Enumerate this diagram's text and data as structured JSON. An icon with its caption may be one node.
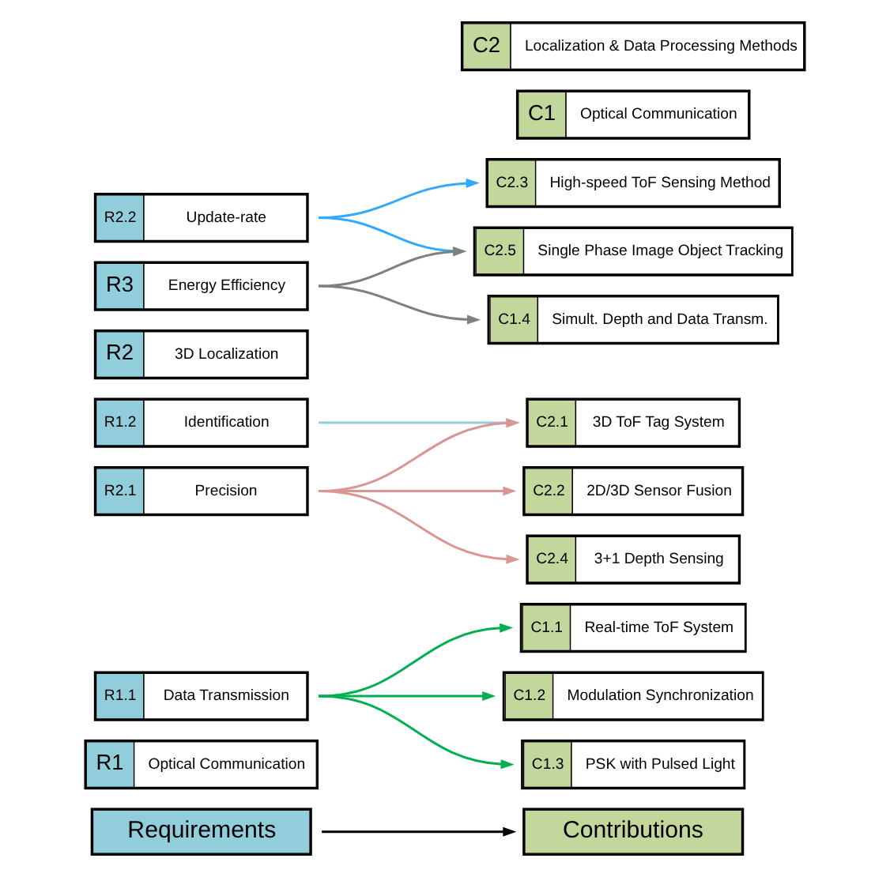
{
  "diagram": {
    "nodes": [
      {
        "text": [
          "Requirements"
        ]
      },
      {
        "text": [
          "Contributions"
        ]
      },
      {
        "text": [
          "R1",
          "Optical Communication"
        ]
      },
      {
        "text": [
          "R1.1",
          "Data Transmission"
        ]
      },
      {
        "text": [
          "R1.2",
          "Identification"
        ]
      },
      {
        "text": [
          "R2",
          "3D Localization"
        ]
      },
      {
        "text": [
          "R2.1",
          "Precision"
        ]
      },
      {
        "text": [
          "R2.2",
          "Update-rate"
        ]
      },
      {
        "text": [
          "R3",
          "Energy Efficiency"
        ]
      },
      {
        "text": [
          "C1",
          "Optical Communication"
        ]
      },
      {
        "text": [
          "C1.1",
          "Real-time ToF System"
        ]
      },
      {
        "text": [
          "C1.2",
          "Modulation Synchronization"
        ]
      },
      {
        "text": [
          "C1.3",
          "PSK with Pulsed Light"
        ]
      },
      {
        "text": [
          "C1.4",
          "Simult. Depth and Data Transm."
        ]
      },
      {
        "text": [
          "C2",
          "Localization & Data Processing Methods"
        ]
      },
      {
        "text": [
          "C2.1",
          "3D ToF Tag System"
        ]
      },
      {
        "text": [
          "C2.2",
          "2D/3D Sensor Fusion"
        ]
      },
      {
        "text": [
          "C2.3",
          "High-speed ToF Sensing Method"
        ]
      },
      {
        "text": [
          "C2.4",
          "3+1 Depth Sensing"
        ]
      },
      {
        "text": [
          "C2.5",
          "Single Phase Image Object Tracking"
        ]
      }
    ],
    "edges": [
      {
        "from": 0,
        "to": 1,
        "arrow": "to",
        "color": "#000000"
      },
      {
        "from": 3,
        "to": 10,
        "arrow": "to",
        "color": "#00b050"
      },
      {
        "from": 3,
        "to": 11,
        "arrow": "to",
        "color": "#00b050"
      },
      {
        "from": 3,
        "to": 12,
        "arrow": "to",
        "color": "#00b050"
      },
      {
        "from": 4,
        "to": 15,
        "arrow": "to",
        "color": "#92cddc"
      },
      {
        "from": 6,
        "to": 15,
        "arrow": "to",
        "color": "#d99694"
      },
      {
        "from": 6,
        "to": 16,
        "arrow": "to",
        "color": "#d99694"
      },
      {
        "from": 6,
        "to": 18,
        "arrow": "to",
        "color": "#d99694"
      },
      {
        "from": 7,
        "to": 17,
        "arrow": "to",
        "color": "#33a9ff"
      },
      {
        "from": 7,
        "to": 19,
        "arrow": "to",
        "color": "#33a9ff"
      },
      {
        "from": 8,
        "to": 13,
        "arrow": "to",
        "color": "#808080"
      },
      {
        "from": 8,
        "to": 19,
        "arrow": "to",
        "color": "#808080"
      }
    ]
  }
}
